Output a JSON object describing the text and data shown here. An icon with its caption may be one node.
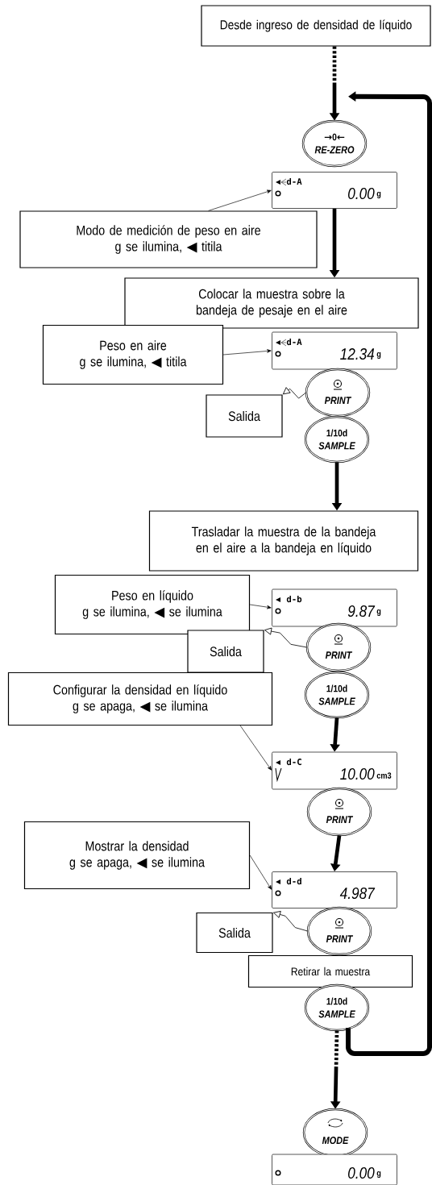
{
  "diagram": {
    "nodes": [
      {
        "text": [
          "Desde ingreso de densidad de líquido"
        ]
      },
      {
        "text": [
          "→0←",
          "RE-ZERO"
        ]
      },
      {
        "text": [
          "d-A",
          "0.00",
          "g"
        ]
      },
      {
        "text": [
          "Modo de medición de peso en aire",
          "g se ilumina, ◀ titila"
        ]
      },
      {
        "text": [
          "Colocar la muestra sobre la bandeja de pesaje en el aire"
        ]
      },
      {
        "text": [
          "Peso en aire",
          "g se ilumina, ◀ titila"
        ]
      },
      {
        "text": [
          "d-A",
          "12.34",
          "g"
        ]
      },
      {
        "text": [
          "Salida"
        ]
      },
      {
        "text": [
          "PRINT"
        ]
      },
      {
        "text": [
          "1/10d",
          "SAMPLE"
        ]
      },
      {
        "text": [
          "Trasladar la muestra de la bandeja en el aire a la bandeja en líquido"
        ]
      },
      {
        "text": [
          "Peso en líquido",
          "g se ilumina, ◀ se ilumina"
        ]
      },
      {
        "text": [
          "d-b",
          "9.87",
          "g"
        ]
      },
      {
        "text": [
          "Salida"
        ]
      },
      {
        "text": [
          "PRINT"
        ]
      },
      {
        "text": [
          "Configurar la densidad en líquido",
          "g se apaga, ◀ se ilumina"
        ]
      },
      {
        "text": [
          "1/10d",
          "SAMPLE"
        ]
      },
      {
        "text": [
          "d-C",
          "10.00",
          "cm3"
        ]
      },
      {
        "text": [
          "PRINT"
        ]
      },
      {
        "text": [
          "Mostrar la densidad",
          "g se apaga, ◀ se ilumina"
        ]
      },
      {
        "text": [
          "d-d",
          "4.987"
        ]
      },
      {
        "text": [
          "Salida"
        ]
      },
      {
        "text": [
          "PRINT"
        ]
      },
      {
        "text": [
          "Retirar la muestra"
        ]
      },
      {
        "text": [
          "1/10d",
          "SAMPLE"
        ]
      },
      {
        "text": [
          "MODE"
        ]
      },
      {
        "text": [
          "0.00",
          "g"
        ]
      }
    ],
    "edges": [
      {
        "from": 0,
        "to": 1,
        "arrow": "to",
        "style": "dashed"
      },
      {
        "from": 24,
        "to": 1,
        "arrow": "to",
        "style": "thick"
      },
      {
        "from": 3,
        "to": 2,
        "arrow": "to"
      },
      {
        "from": 2,
        "to": 4,
        "arrow": "to",
        "style": "thick"
      },
      {
        "from": 5,
        "to": 6,
        "arrow": "to"
      },
      {
        "from": 8,
        "to": 7,
        "arrow": "to"
      },
      {
        "from": 9,
        "to": 10,
        "arrow": "to",
        "style": "thick"
      },
      {
        "from": 11,
        "to": 12,
        "arrow": "to"
      },
      {
        "from": 14,
        "to": 13,
        "arrow": "to"
      },
      {
        "from": 15,
        "to": 17,
        "arrow": "to"
      },
      {
        "from": 16,
        "to": 17,
        "arrow": "to",
        "style": "thick"
      },
      {
        "from": 18,
        "to": 20,
        "arrow": "to",
        "style": "thick"
      },
      {
        "from": 19,
        "to": 20,
        "arrow": "to"
      },
      {
        "from": 22,
        "to": 21,
        "arrow": "to"
      },
      {
        "from": 24,
        "to": 25,
        "arrow": "to",
        "style": "dashed"
      }
    ]
  }
}
